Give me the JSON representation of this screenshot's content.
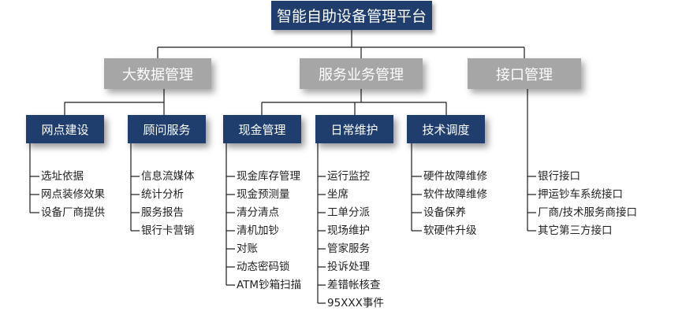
{
  "root": {
    "label": "智能自助设备管理平台"
  },
  "categories": [
    {
      "label": "大数据管理",
      "groups": [
        {
          "label": "网点建设",
          "items": [
            "选址依据",
            "网点装修效果",
            "设备厂商提供"
          ]
        },
        {
          "label": "顾问服务",
          "items": [
            "信息流媒体",
            "统计分析",
            "服务报告",
            "银行卡营销"
          ]
        }
      ]
    },
    {
      "label": "服务业务管理",
      "groups": [
        {
          "label": "现金管理",
          "items": [
            "现金库存管理",
            "现金预测量",
            "清分清点",
            "清机加钞",
            "对账",
            "动态密码锁",
            "ATM钞箱扫描"
          ]
        },
        {
          "label": "日常维护",
          "items": [
            "运行监控",
            "坐席",
            "工单分派",
            "现场维护",
            "管家服务",
            "投诉处理",
            "差错帐核查",
            "95XXX事件"
          ]
        },
        {
          "label": "技术调度",
          "items": [
            "硬件故障维修",
            "软件故障维修",
            "设备保养",
            "软硬件升级"
          ]
        }
      ]
    },
    {
      "label": "接口管理",
      "groups": [
        {
          "label": "",
          "items": [
            "银行接口",
            "押运钞车系统接口",
            "厂商/技术服务商接口",
            "其它第三方接口"
          ]
        }
      ]
    }
  ],
  "colors": {
    "primary": "#1f3d6d",
    "secondary": "#a6a6a6",
    "line": "#1a1a1a"
  }
}
